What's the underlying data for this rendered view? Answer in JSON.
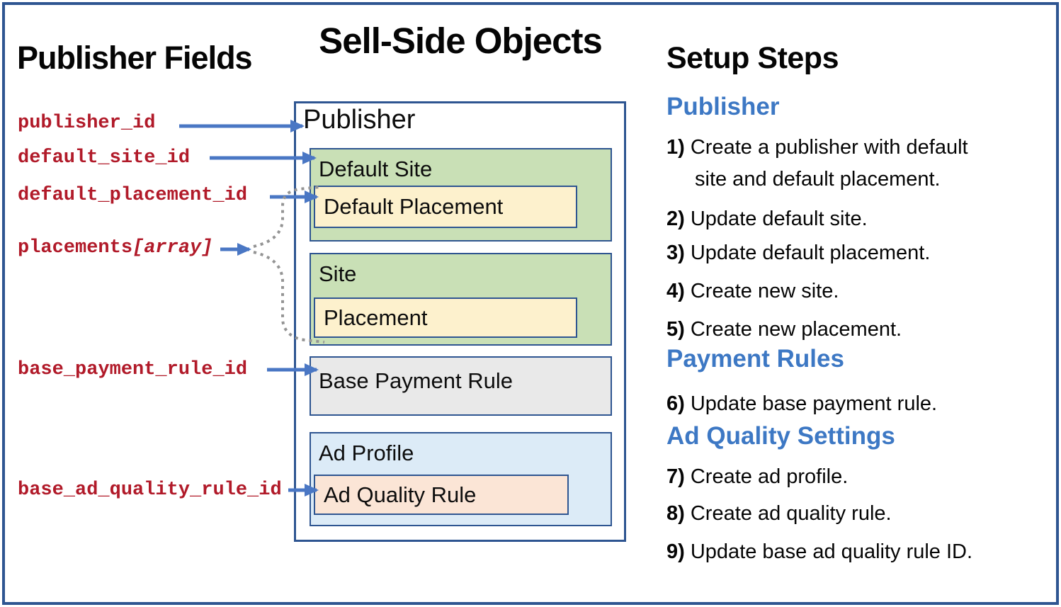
{
  "headings": {
    "left": "Publisher Fields",
    "center": "Sell-Side Objects"
  },
  "left_fields": {
    "items": [
      {
        "label": "publisher_id",
        "suffix": ""
      },
      {
        "label": "default_site_id",
        "suffix": ""
      },
      {
        "label": "default_placement_id",
        "suffix": ""
      },
      {
        "label": "placements",
        "suffix": "[array]"
      },
      {
        "label": "base_payment_rule_id",
        "suffix": ""
      },
      {
        "label": "base_ad_quality_rule_id",
        "suffix": ""
      }
    ]
  },
  "diagram": {
    "publisher_label": "Publisher",
    "default_site_label": "Default Site",
    "default_placement_label": "Default Placement",
    "site_label": "Site",
    "placement_label": "Placement",
    "base_payment_rule_label": "Base Payment Rule",
    "ad_profile_label": "Ad Profile",
    "ad_quality_rule_label": "Ad Quality Rule"
  },
  "setup_steps": {
    "heading": "Setup Steps",
    "groups": [
      {
        "title": "Publisher",
        "steps": [
          {
            "num": "1)",
            "text": "Create a publisher with default site and default placement."
          },
          {
            "num": "2)",
            "text": "Update default site."
          },
          {
            "num": "3)",
            "text": "Update default placement."
          },
          {
            "num": "4)",
            "text": "Create new site."
          },
          {
            "num": "5)",
            "text": "Create new placement."
          }
        ]
      },
      {
        "title": "Payment Rules",
        "steps": [
          {
            "num": "6)",
            "text": "Update base payment rule."
          }
        ]
      },
      {
        "title": "Ad Quality Settings",
        "steps": [
          {
            "num": "7)",
            "text": "Create ad profile."
          },
          {
            "num": "8)",
            "text": "Create ad quality rule."
          },
          {
            "num": "9)",
            "text": "Update base ad quality rule ID."
          }
        ]
      }
    ]
  },
  "colors": {
    "field_text_red": "#b11a29",
    "arrow_blue": "#4a77c4",
    "border_blue": "#2e5591",
    "section_heading_blue": "#3d78c4",
    "site_green": "#c9e0b6",
    "placement_yellow": "#fdf1cd",
    "payment_gray": "#e9e9e9",
    "ad_profile_blue": "#dcebf7",
    "ad_quality_peach": "#fbe5d6",
    "dotted_connector_gray": "#949494"
  }
}
